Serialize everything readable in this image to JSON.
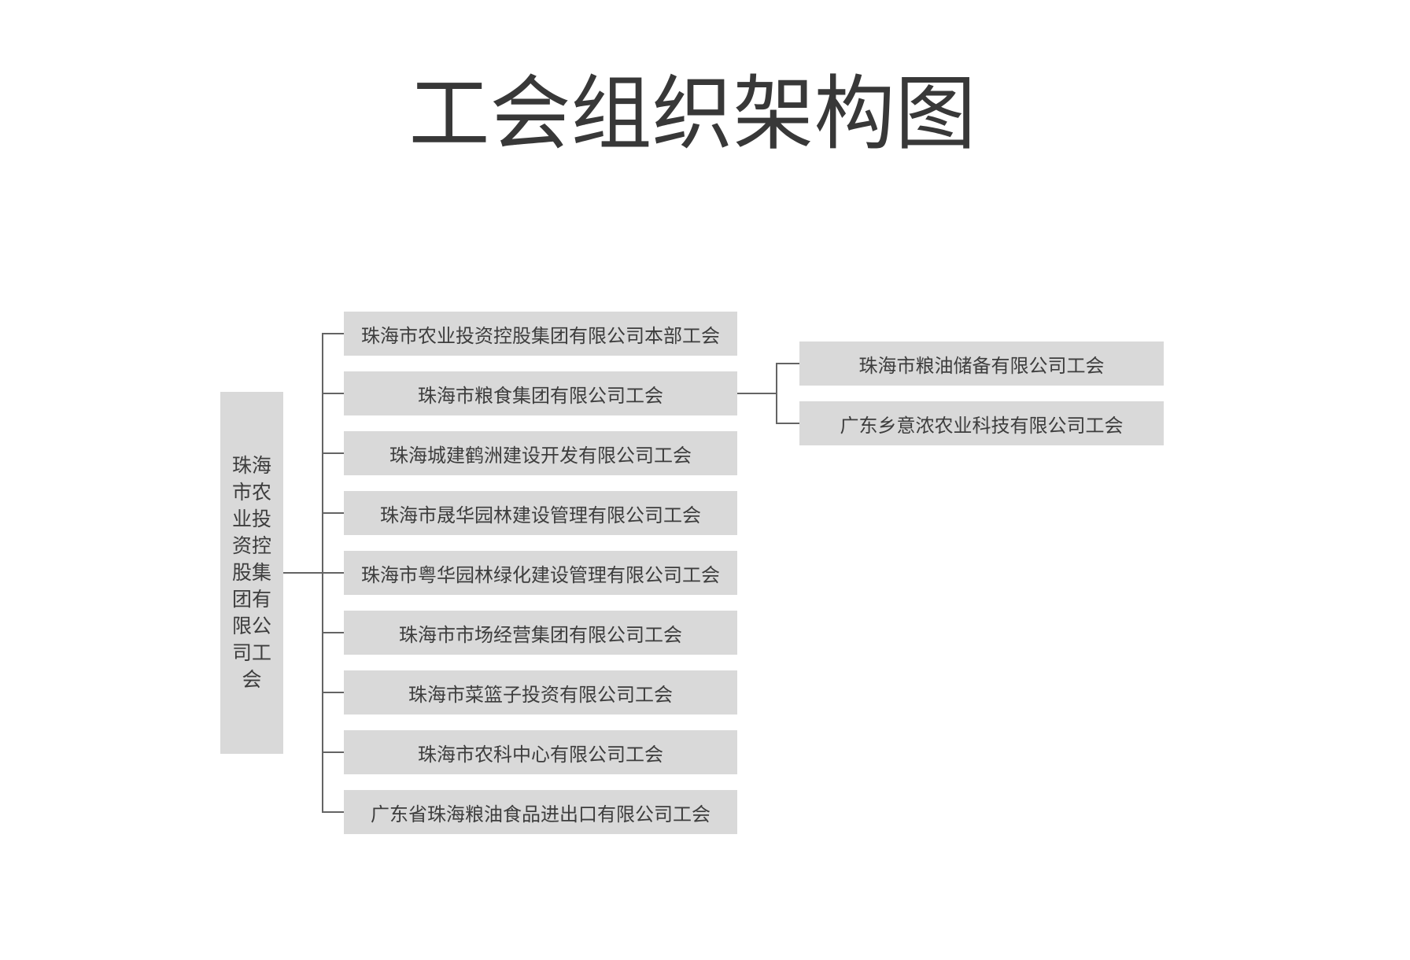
{
  "title": "工会组织架构图",
  "diagram_type": "org-tree",
  "root": {
    "label": "珠海市农业投资控股集团有限公司工会"
  },
  "branches": [
    {
      "label": "珠海市农业投资控股集团有限公司本部工会"
    },
    {
      "label": "珠海市粮食集团有限公司工会"
    },
    {
      "label": "珠海城建鹤洲建设开发有限公司工会"
    },
    {
      "label": "珠海市晟华园林建设管理有限公司工会"
    },
    {
      "label": "珠海市粤华园林绿化建设管理有限公司工会"
    },
    {
      "label": "珠海市市场经营集团有限公司工会"
    },
    {
      "label": "珠海市菜篮子投资有限公司工会"
    },
    {
      "label": "珠海市农科中心有限公司工会"
    },
    {
      "label": "广东省珠海粮油食品进出口有限公司工会"
    }
  ],
  "sub_branches_parent": "珠海市粮食集团有限公司工会",
  "sub_branches": [
    {
      "label": "珠海市粮油储备有限公司工会"
    },
    {
      "label": "广东乡意浓农业科技有限公司工会"
    }
  ],
  "colors": {
    "background": "#ffffff",
    "node_fill": "#d9d9d9",
    "node_text": "#3d3d3d",
    "line": "#646464",
    "title_text": "#383838"
  }
}
